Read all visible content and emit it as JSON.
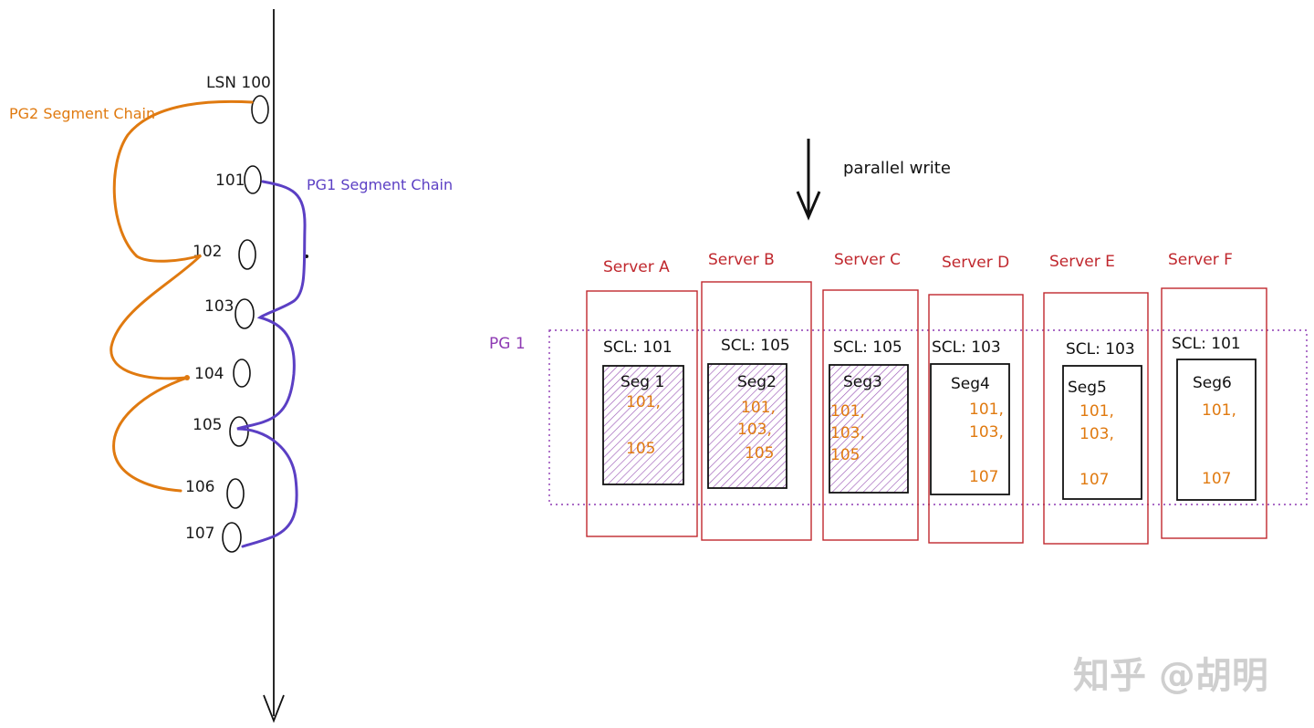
{
  "timeline": {
    "top_label": "LSN 100",
    "lsns": [
      "101",
      "102",
      "103",
      "104",
      "105",
      "106",
      "107"
    ]
  },
  "chains": {
    "pg2": {
      "label": "PG2 Segment Chain",
      "color": "#e07a10"
    },
    "pg1": {
      "label": "PG1 Segment Chain",
      "color": "#5b3fc4"
    }
  },
  "write_note": "parallel write",
  "protection_group": {
    "label": "PG 1",
    "color": "#8e3ab3"
  },
  "servers": [
    {
      "name": "Server A",
      "scl": "SCL: 101",
      "segment": "Seg 1",
      "entries": [
        "101,",
        "105"
      ],
      "hatched": true
    },
    {
      "name": "Server B",
      "scl": "SCL: 105",
      "segment": "Seg2",
      "entries": [
        "101,",
        "103,",
        "105"
      ],
      "hatched": true
    },
    {
      "name": "Server C",
      "scl": "SCL: 105",
      "segment": "Seg3",
      "entries": [
        "101,",
        "103,",
        "105"
      ],
      "hatched": true
    },
    {
      "name": "Server D",
      "scl": "SCL: 103",
      "segment": "Seg4",
      "entries": [
        "101,",
        "103,",
        "107"
      ],
      "hatched": false
    },
    {
      "name": "Server E",
      "scl": "SCL: 103",
      "segment": "Seg5",
      "entries": [
        "101,",
        "103,",
        "107"
      ],
      "hatched": false
    },
    {
      "name": "Server F",
      "scl": "SCL: 101",
      "segment": "Seg6",
      "entries": [
        "101,",
        "107"
      ],
      "hatched": false
    }
  ],
  "colors": {
    "server": "#c0282e",
    "hatch": "#9b59b6",
    "entry": "#e07a10"
  },
  "watermark": "知乎 @胡明"
}
